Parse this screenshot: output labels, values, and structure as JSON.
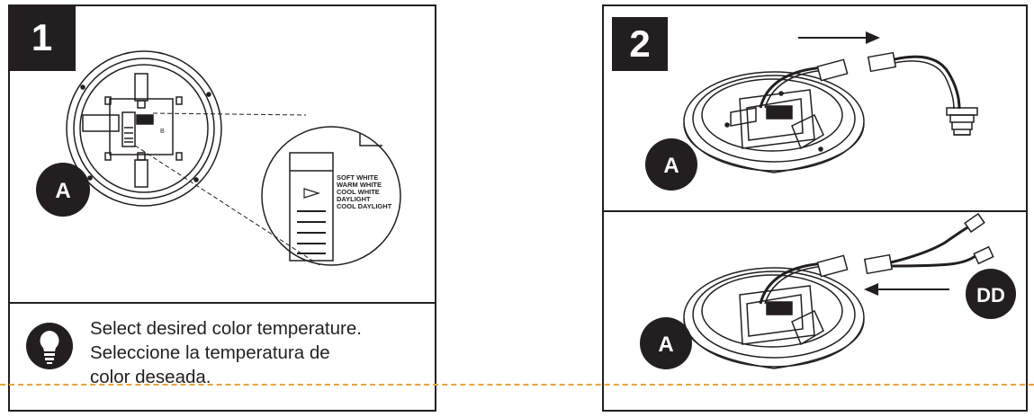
{
  "step1": {
    "number": "1",
    "callout_label": "A",
    "zoom_labels": [
      "SOFT WHITE",
      "WARM WHITE",
      "COOL WHITE",
      "DAYLIGHT",
      "COOL DAYLIGHT"
    ],
    "tip_lines": [
      "Select desired color temperature.",
      "Seleccione la temperatura de",
      "color deseada."
    ],
    "tip_icon": "lightbulb-icon"
  },
  "step2": {
    "number": "2",
    "top_callout": "A",
    "bottom_callout": "A",
    "connector_callout": "DD"
  },
  "colors": {
    "ink": "#231f20",
    "divider": "#e8a33d"
  }
}
